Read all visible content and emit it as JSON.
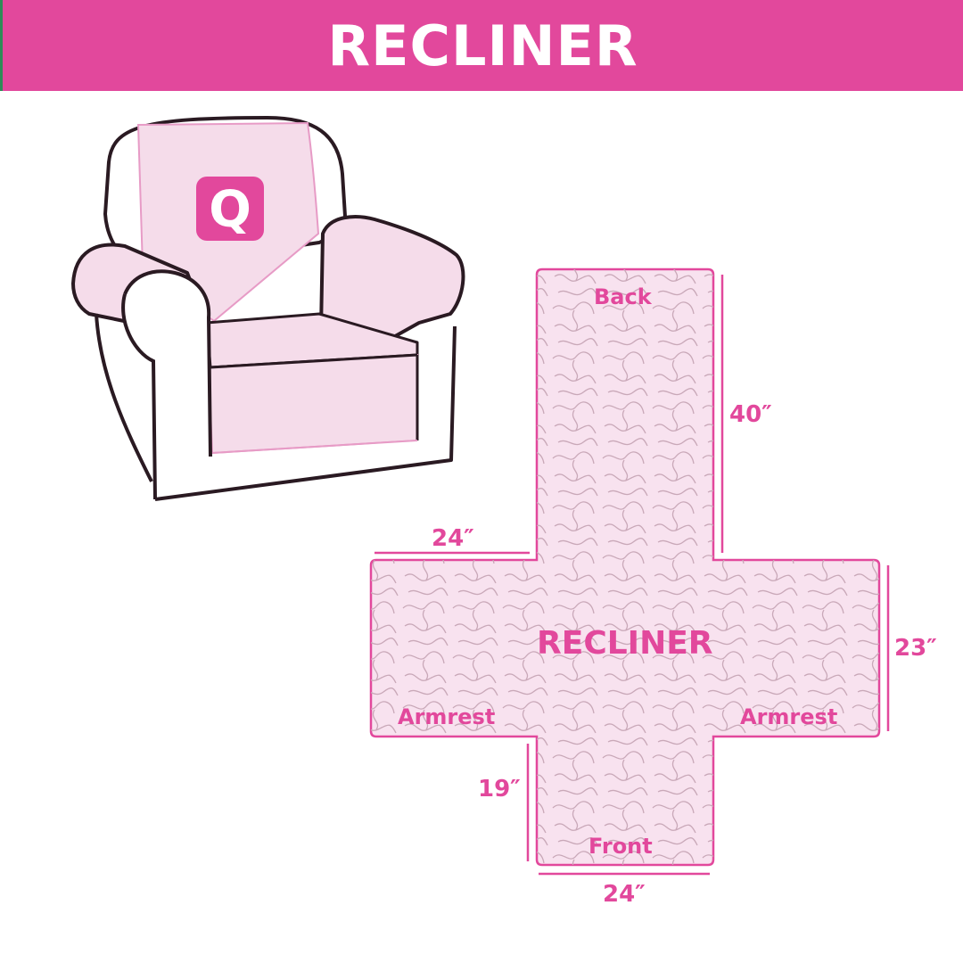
{
  "header": {
    "title": "RECLINER"
  },
  "chair": {
    "logo_letter": "Q"
  },
  "cover": {
    "center_label": "RECLINER",
    "back_label": "Back",
    "front_label": "Front",
    "left_arm_label": "Armrest",
    "right_arm_label": "Armrest"
  },
  "dimensions": {
    "back_length": "40″",
    "arm_top_width": "24″",
    "arm_height": "23″",
    "front_length": "19″",
    "front_width": "24″"
  },
  "colors": {
    "brand_pink": "#e2489c",
    "fabric_light": "#f8e2ef",
    "chair_fill": "#f5dcea",
    "outline": "#2a1a22"
  }
}
